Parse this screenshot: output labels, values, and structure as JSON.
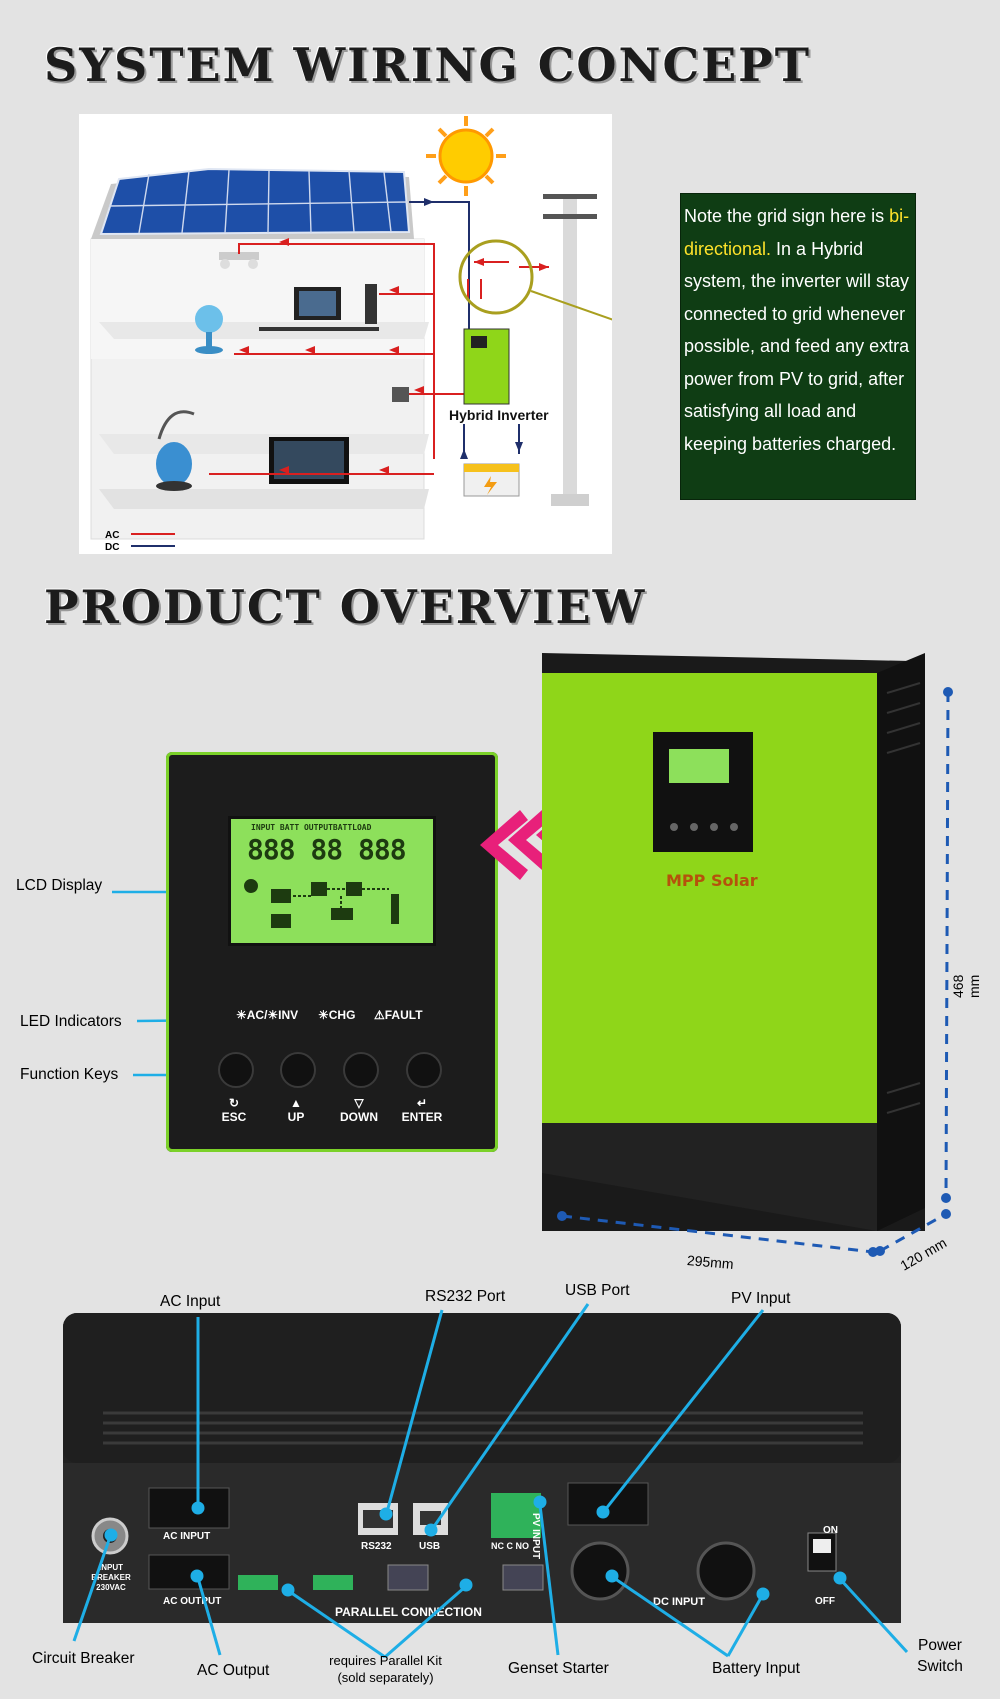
{
  "headings": {
    "wiring": "SYSTEM WIRING CONCEPT",
    "overview": "PRODUCT OVERVIEW"
  },
  "wiring": {
    "inverter_label": "Hybrid Inverter",
    "legend_ac": "AC",
    "legend_dc": "DC"
  },
  "note": {
    "before": "Note the grid sign here is ",
    "highlight": "bi-directional.",
    "after": "  In a Hybrid system, the inverter will stay connected to grid whenever possible, and feed any extra power from PV to grid, after satisfying all load and keeping batteries charged."
  },
  "front_panel": {
    "callouts": {
      "lcd": "LCD Display",
      "led": "LED Indicators",
      "keys": "Function Keys"
    },
    "leds": [
      "☀AC/☀INV",
      "☀CHG",
      "⚠FAULT"
    ],
    "keys": [
      "ESC",
      "UP",
      "DOWN",
      "ENTER"
    ],
    "key_glyphs": [
      "↻",
      "▲",
      "▽",
      "↵"
    ],
    "lcd_top_labels": "INPUT  BATT  OUTPUTBATTLOAD",
    "lcd_digits": "888 88 888"
  },
  "inverter": {
    "brand": "MPP Solar",
    "dim_height": "468 mm",
    "dim_width": "295mm",
    "dim_depth": "120 mm"
  },
  "rear_panel": {
    "callouts_top": [
      "AC Input",
      "RS232 Port",
      "USB Port",
      "PV Input"
    ],
    "callouts_bottom": [
      "Circuit Breaker",
      "AC Output",
      "requires Parallel Kit",
      "(sold separately)",
      "Genset Starter",
      "Battery Input",
      "Power",
      "Switch"
    ],
    "printed": {
      "ac_input": "AC INPUT",
      "ac_output": "AC OUTPUT",
      "rs232": "RS232",
      "usb": "USB",
      "pv_input": "PV INPUT",
      "nc_c_no": "NC C NO",
      "parallel": "PARALLEL CONNECTION",
      "dc_input": "DC INPUT",
      "breaker1": "INPUT BREAKER",
      "breaker2": "230VAC",
      "on": "ON",
      "off": "OFF"
    }
  },
  "colors": {
    "callout_line": "#1eaee6",
    "inverter_green": "#8fd619",
    "note_bg": "#0f3d14",
    "note_highlight": "#ffe22a",
    "ac_wire": "#d92020",
    "dc_wire": "#1f2f6b",
    "dimension": "#1e5ab4",
    "arrows": "#e8207a"
  }
}
